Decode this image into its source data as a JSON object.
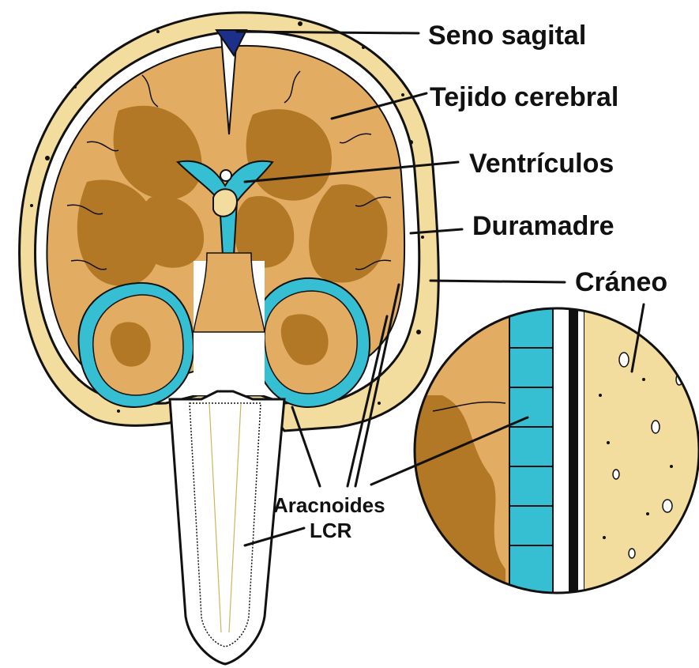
{
  "labels": {
    "sagittal_sinus": "Seno sagital",
    "brain_tissue": "Tejido cerebral",
    "ventricles": "Ventrículos",
    "dura_mater": "Duramadre",
    "skull": "Cráneo",
    "arachnoid": "Aracnoides",
    "csf": "LCR"
  },
  "colors": {
    "skull_fill": "#f2dd9e",
    "brain_cortex": "#d4a15a",
    "brain_white_matter": "#b37826",
    "csf_cyan": "#36bfd3",
    "sinus_blue": "#1c2f8a",
    "outline": "#111111"
  }
}
